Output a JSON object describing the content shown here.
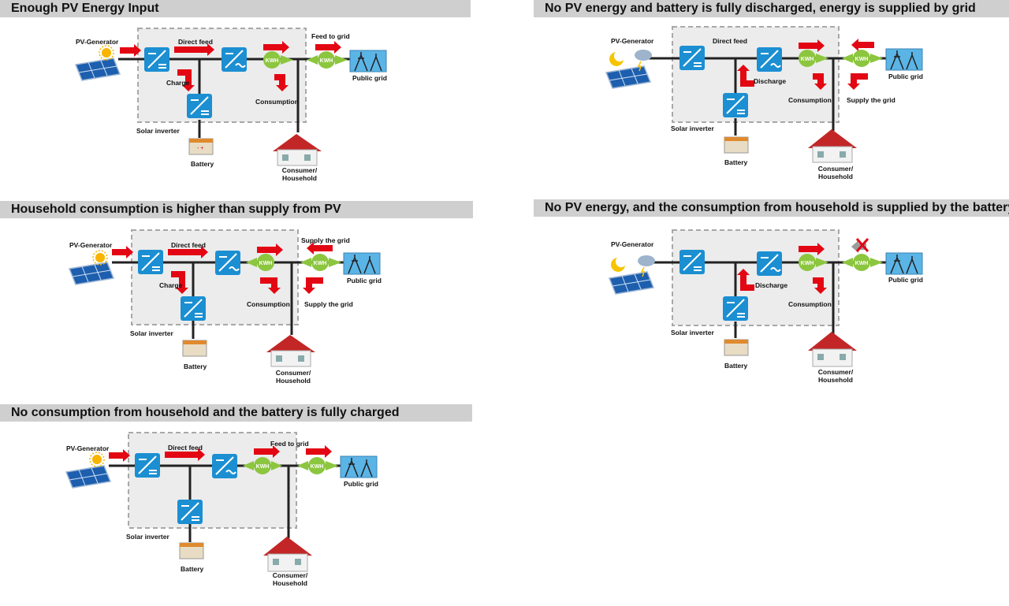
{
  "panels": [
    {
      "title": "Enough PV Energy Input",
      "labels": {
        "pv_generator": "PV-Generator",
        "direct_feed": "Direct feed",
        "charge": "Charge",
        "feed_to_grid": "Feed to grid",
        "public_grid": "Public grid",
        "consumption": "Consumption",
        "solar_inverter": "Solar inverter",
        "battery": "Battery",
        "consumer_line1": "Consumer/",
        "consumer_line2": "Household",
        "kwh": "KWH"
      }
    },
    {
      "title": "Household consumption is higher than supply from PV",
      "labels": {
        "pv_generator": "PV-Generator",
        "direct_feed": "Direct feed",
        "charge": "Charge",
        "supply_grid_top": "Supply the grid",
        "supply_grid_bottom": "Supply the grid",
        "public_grid": "Public grid",
        "consumption": "Consumption",
        "solar_inverter": "Solar inverter",
        "battery": "Battery",
        "consumer_line1": "Consumer/",
        "consumer_line2": "Household",
        "kwh": "KWH"
      }
    },
    {
      "title": "No consumption from household and the battery is fully charged",
      "labels": {
        "pv_generator": "PV-Generator",
        "direct_feed": "Direct feed",
        "feed_to_grid": "Feed to grid",
        "public_grid": "Public grid",
        "solar_inverter": "Solar inverter",
        "battery": "Battery",
        "consumer_line1": "Consumer/",
        "consumer_line2": "Household",
        "kwh": "KWH"
      }
    },
    {
      "title": "No PV energy and battery is fully discharged, energy is supplied by grid",
      "labels": {
        "pv_generator": "PV-Generator",
        "direct_feed": "Direct feed",
        "discharge": "Discharge",
        "public_grid": "Public grid",
        "consumption": "Consumption",
        "supply_the_grid": "Supply the grid",
        "solar_inverter": "Solar inverter",
        "battery": "Battery",
        "consumer_line1": "Consumer/",
        "consumer_line2": "Household",
        "kwh": "KWH"
      }
    },
    {
      "title": "No PV energy, and the consumption from household is supplied by the battery",
      "labels": {
        "pv_generator": "PV-Generator",
        "discharge": "Discharge",
        "public_grid": "Public grid",
        "consumption": "Consumption",
        "solar_inverter": "Solar inverter",
        "battery": "Battery",
        "consumer_line1": "Consumer/",
        "consumer_line2": "Household",
        "kwh": "KWH"
      }
    }
  ],
  "colors": {
    "header_bg": "#cfcfcf",
    "arrow_red": "#e30613",
    "meter_green": "#8cc63f",
    "inverter_blue": "#1b8fd2",
    "box_fill": "#ececec",
    "box_border": "#a8a8a8",
    "line": "#222222"
  }
}
